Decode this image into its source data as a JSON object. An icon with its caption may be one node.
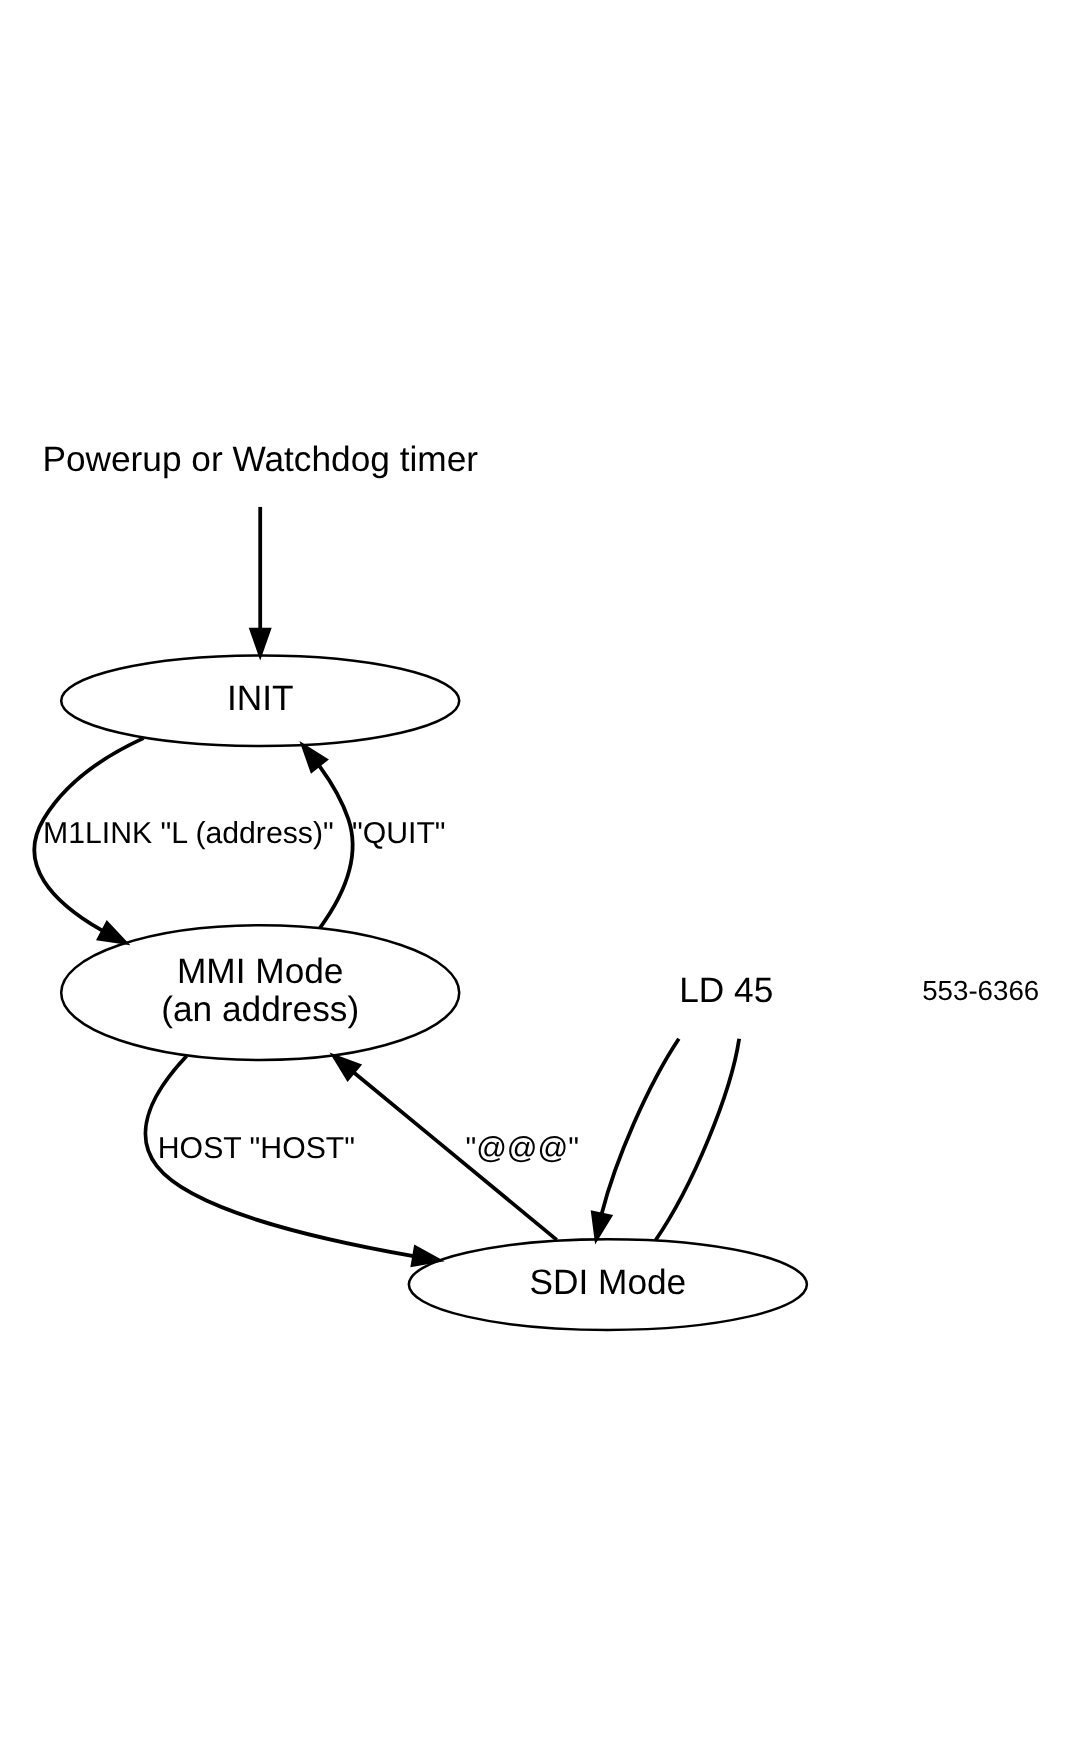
{
  "diagram": {
    "nodes": [
      {
        "text": [
          "Powerup or Watchdog timer"
        ]
      },
      {
        "text": [
          "INIT"
        ]
      },
      {
        "text": [
          "MMI Mode",
          "(an address)"
        ]
      },
      {
        "text": [
          "SDI Mode"
        ]
      },
      {
        "text": [
          "LD 45"
        ]
      }
    ],
    "edges": [
      {
        "from": 0,
        "to": 1,
        "arrow": "to"
      },
      {
        "from": 1,
        "to": 2,
        "arrow": "to",
        "label": "M1LINK \"L (address)\""
      },
      {
        "from": 2,
        "to": 1,
        "arrow": "to",
        "label": "\"QUIT\""
      },
      {
        "from": 2,
        "to": 3,
        "arrow": "to",
        "label": "HOST \"HOST\""
      },
      {
        "from": 3,
        "to": 2,
        "arrow": "to",
        "label": "\"@@@\""
      },
      {
        "from": 4,
        "to": 3,
        "arrow": "to"
      },
      {
        "from": 4,
        "to": 3,
        "arrow": "none"
      }
    ],
    "labels": [
      "553-6366"
    ]
  }
}
